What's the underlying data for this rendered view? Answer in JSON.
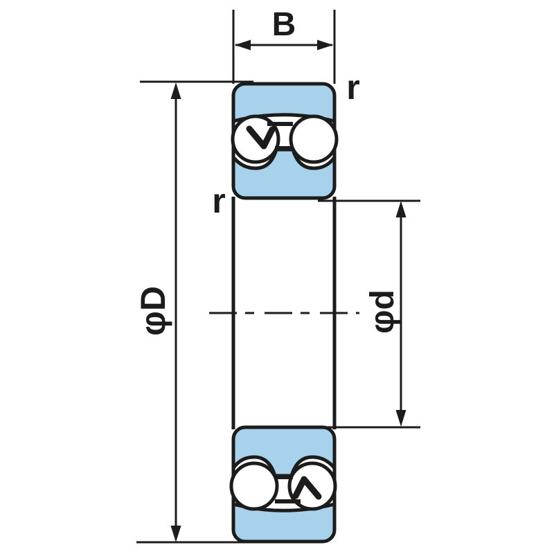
{
  "diagram": {
    "name": "ball-bearing-cross-section",
    "labels": {
      "width": "B",
      "chamfer_outer": "r",
      "chamfer_inner": "r",
      "outer_diameter": "φD",
      "bore_diameter": "φd"
    },
    "colors": {
      "background": "#ffffff",
      "line": "#1c1c1c",
      "ring_fill": "#a8d2ec",
      "ball_fill": "#ffffff"
    }
  }
}
